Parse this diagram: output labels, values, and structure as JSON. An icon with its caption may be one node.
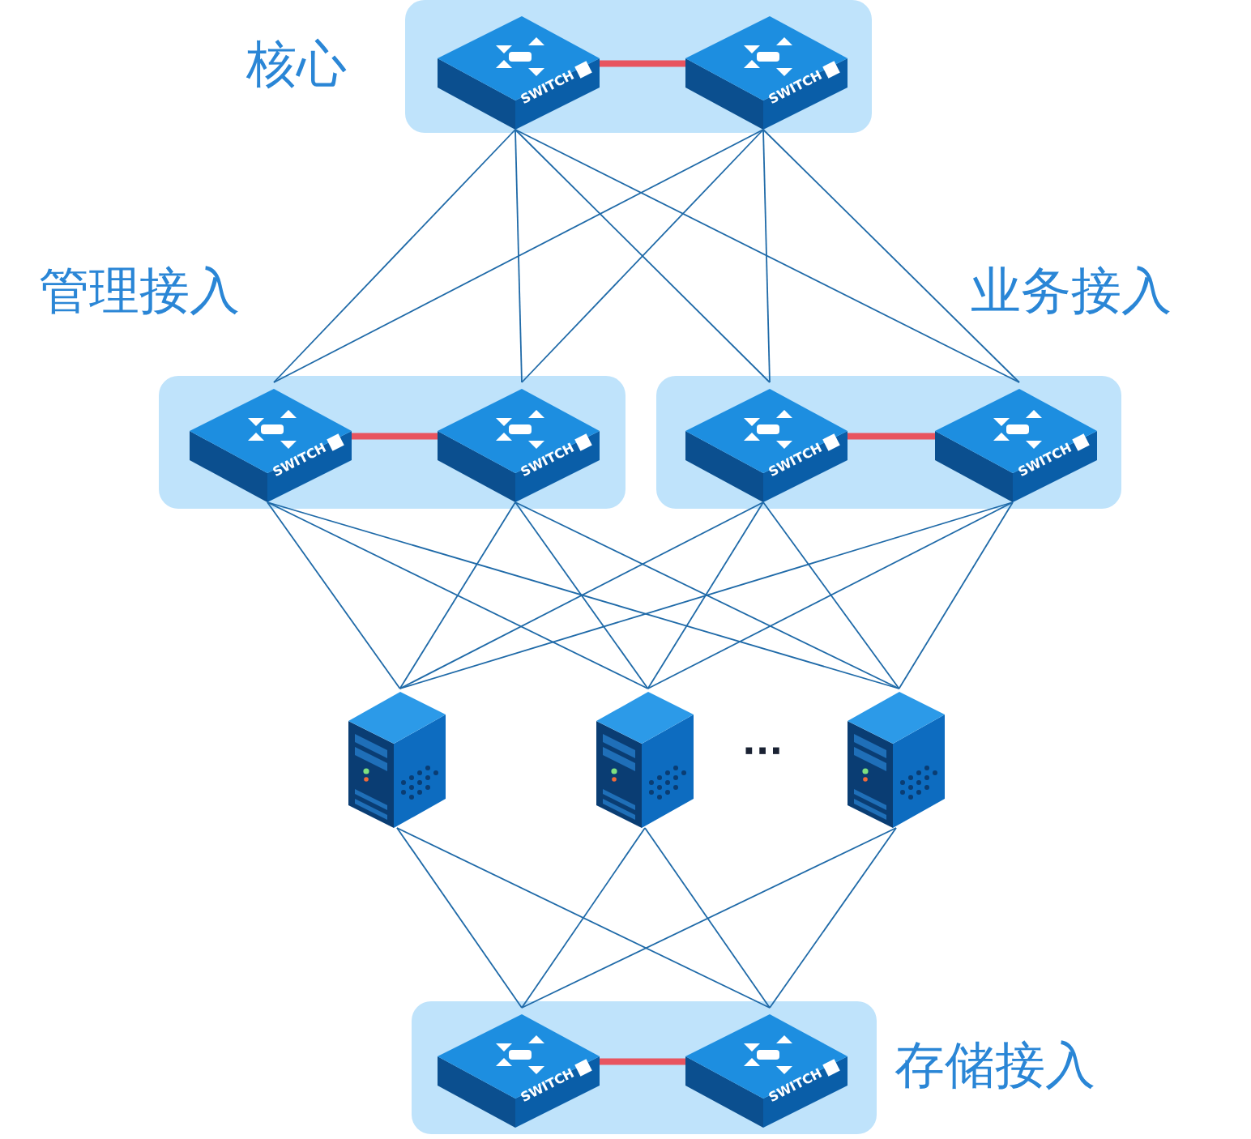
{
  "diagram": {
    "nodes": [
      {
        "text": [
          "核心"
        ]
      },
      {
        "text": [
          "SWITCH"
        ],
        "in": 0
      },
      {
        "text": [
          "SWITCH"
        ],
        "in": 0
      },
      {
        "text": [
          "管理接入"
        ]
      },
      {
        "text": [
          "SWITCH"
        ],
        "in": 3
      },
      {
        "text": [
          "SWITCH"
        ],
        "in": 3
      },
      {
        "text": [
          "业务接入"
        ]
      },
      {
        "text": [
          "SWITCH"
        ],
        "in": 6
      },
      {
        "text": [
          "SWITCH"
        ],
        "in": 6
      },
      {
        "text": [],
        "shape": "picture"
      },
      {
        "text": [],
        "shape": "picture"
      },
      {
        "text": [],
        "shape": "picture"
      },
      {
        "text": [
          "存储接入"
        ]
      },
      {
        "text": [
          "SWITCH"
        ],
        "in": 12
      },
      {
        "text": [
          "SWITCH"
        ],
        "in": 12
      }
    ],
    "edges": [
      {
        "from": 1,
        "to": 2,
        "arrow": "none",
        "style": "thick",
        "color": "#e8545f"
      },
      {
        "from": 4,
        "to": 5,
        "arrow": "none",
        "style": "thick",
        "color": "#e8545f"
      },
      {
        "from": 7,
        "to": 8,
        "arrow": "none",
        "style": "thick",
        "color": "#e8545f"
      },
      {
        "from": 13,
        "to": 14,
        "arrow": "none",
        "style": "thick",
        "color": "#e8545f"
      },
      {
        "from": 1,
        "to": 4,
        "arrow": "none"
      },
      {
        "from": 1,
        "to": 5,
        "arrow": "none"
      },
      {
        "from": 1,
        "to": 7,
        "arrow": "none"
      },
      {
        "from": 1,
        "to": 8,
        "arrow": "none"
      },
      {
        "from": 2,
        "to": 4,
        "arrow": "none"
      },
      {
        "from": 2,
        "to": 5,
        "arrow": "none"
      },
      {
        "from": 2,
        "to": 7,
        "arrow": "none"
      },
      {
        "from": 2,
        "to": 8,
        "arrow": "none"
      },
      {
        "from": 4,
        "to": 9,
        "arrow": "none"
      },
      {
        "from": 4,
        "to": 10,
        "arrow": "none"
      },
      {
        "from": 4,
        "to": 11,
        "arrow": "none"
      },
      {
        "from": 5,
        "to": 9,
        "arrow": "none"
      },
      {
        "from": 5,
        "to": 10,
        "arrow": "none"
      },
      {
        "from": 5,
        "to": 11,
        "arrow": "none"
      },
      {
        "from": 7,
        "to": 9,
        "arrow": "none"
      },
      {
        "from": 7,
        "to": 10,
        "arrow": "none"
      },
      {
        "from": 7,
        "to": 11,
        "arrow": "none"
      },
      {
        "from": 8,
        "to": 9,
        "arrow": "none"
      },
      {
        "from": 8,
        "to": 10,
        "arrow": "none"
      },
      {
        "from": 8,
        "to": 11,
        "arrow": "none"
      },
      {
        "from": 9,
        "to": 13,
        "arrow": "none"
      },
      {
        "from": 9,
        "to": 14,
        "arrow": "none"
      },
      {
        "from": 10,
        "to": 13,
        "arrow": "none"
      },
      {
        "from": 10,
        "to": 14,
        "arrow": "none"
      },
      {
        "from": 11,
        "to": 13,
        "arrow": "none"
      },
      {
        "from": 11,
        "to": 14,
        "arrow": "none"
      }
    ],
    "labels": [
      "···"
    ]
  }
}
